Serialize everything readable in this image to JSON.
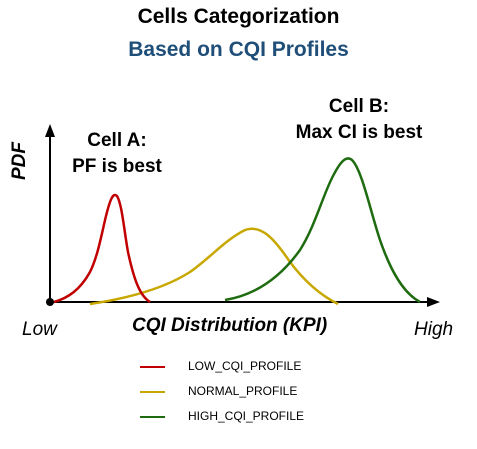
{
  "title": {
    "line1": "Cells Categorization",
    "line2": "Based on CQI Profiles"
  },
  "annotations": {
    "cell_a": {
      "line1": "Cell A:",
      "line2": "PF is best"
    },
    "cell_b": {
      "line1": "Cell B:",
      "line2": "Max CI is best"
    }
  },
  "axes": {
    "y_label": "PDF",
    "x_label": "CQI Distribution (KPI)",
    "x_low": "Low",
    "x_high": "High"
  },
  "legend": [
    {
      "label": "LOW_CQI_PROFILE",
      "color": "#c00000"
    },
    {
      "label": "NORMAL_PROFILE",
      "color": "#c8a800"
    },
    {
      "label": "HIGH_CQI_PROFILE",
      "color": "#1e6b10"
    }
  ],
  "colors": {
    "title_accent": "#1f4e79",
    "axis": "#000000"
  }
}
